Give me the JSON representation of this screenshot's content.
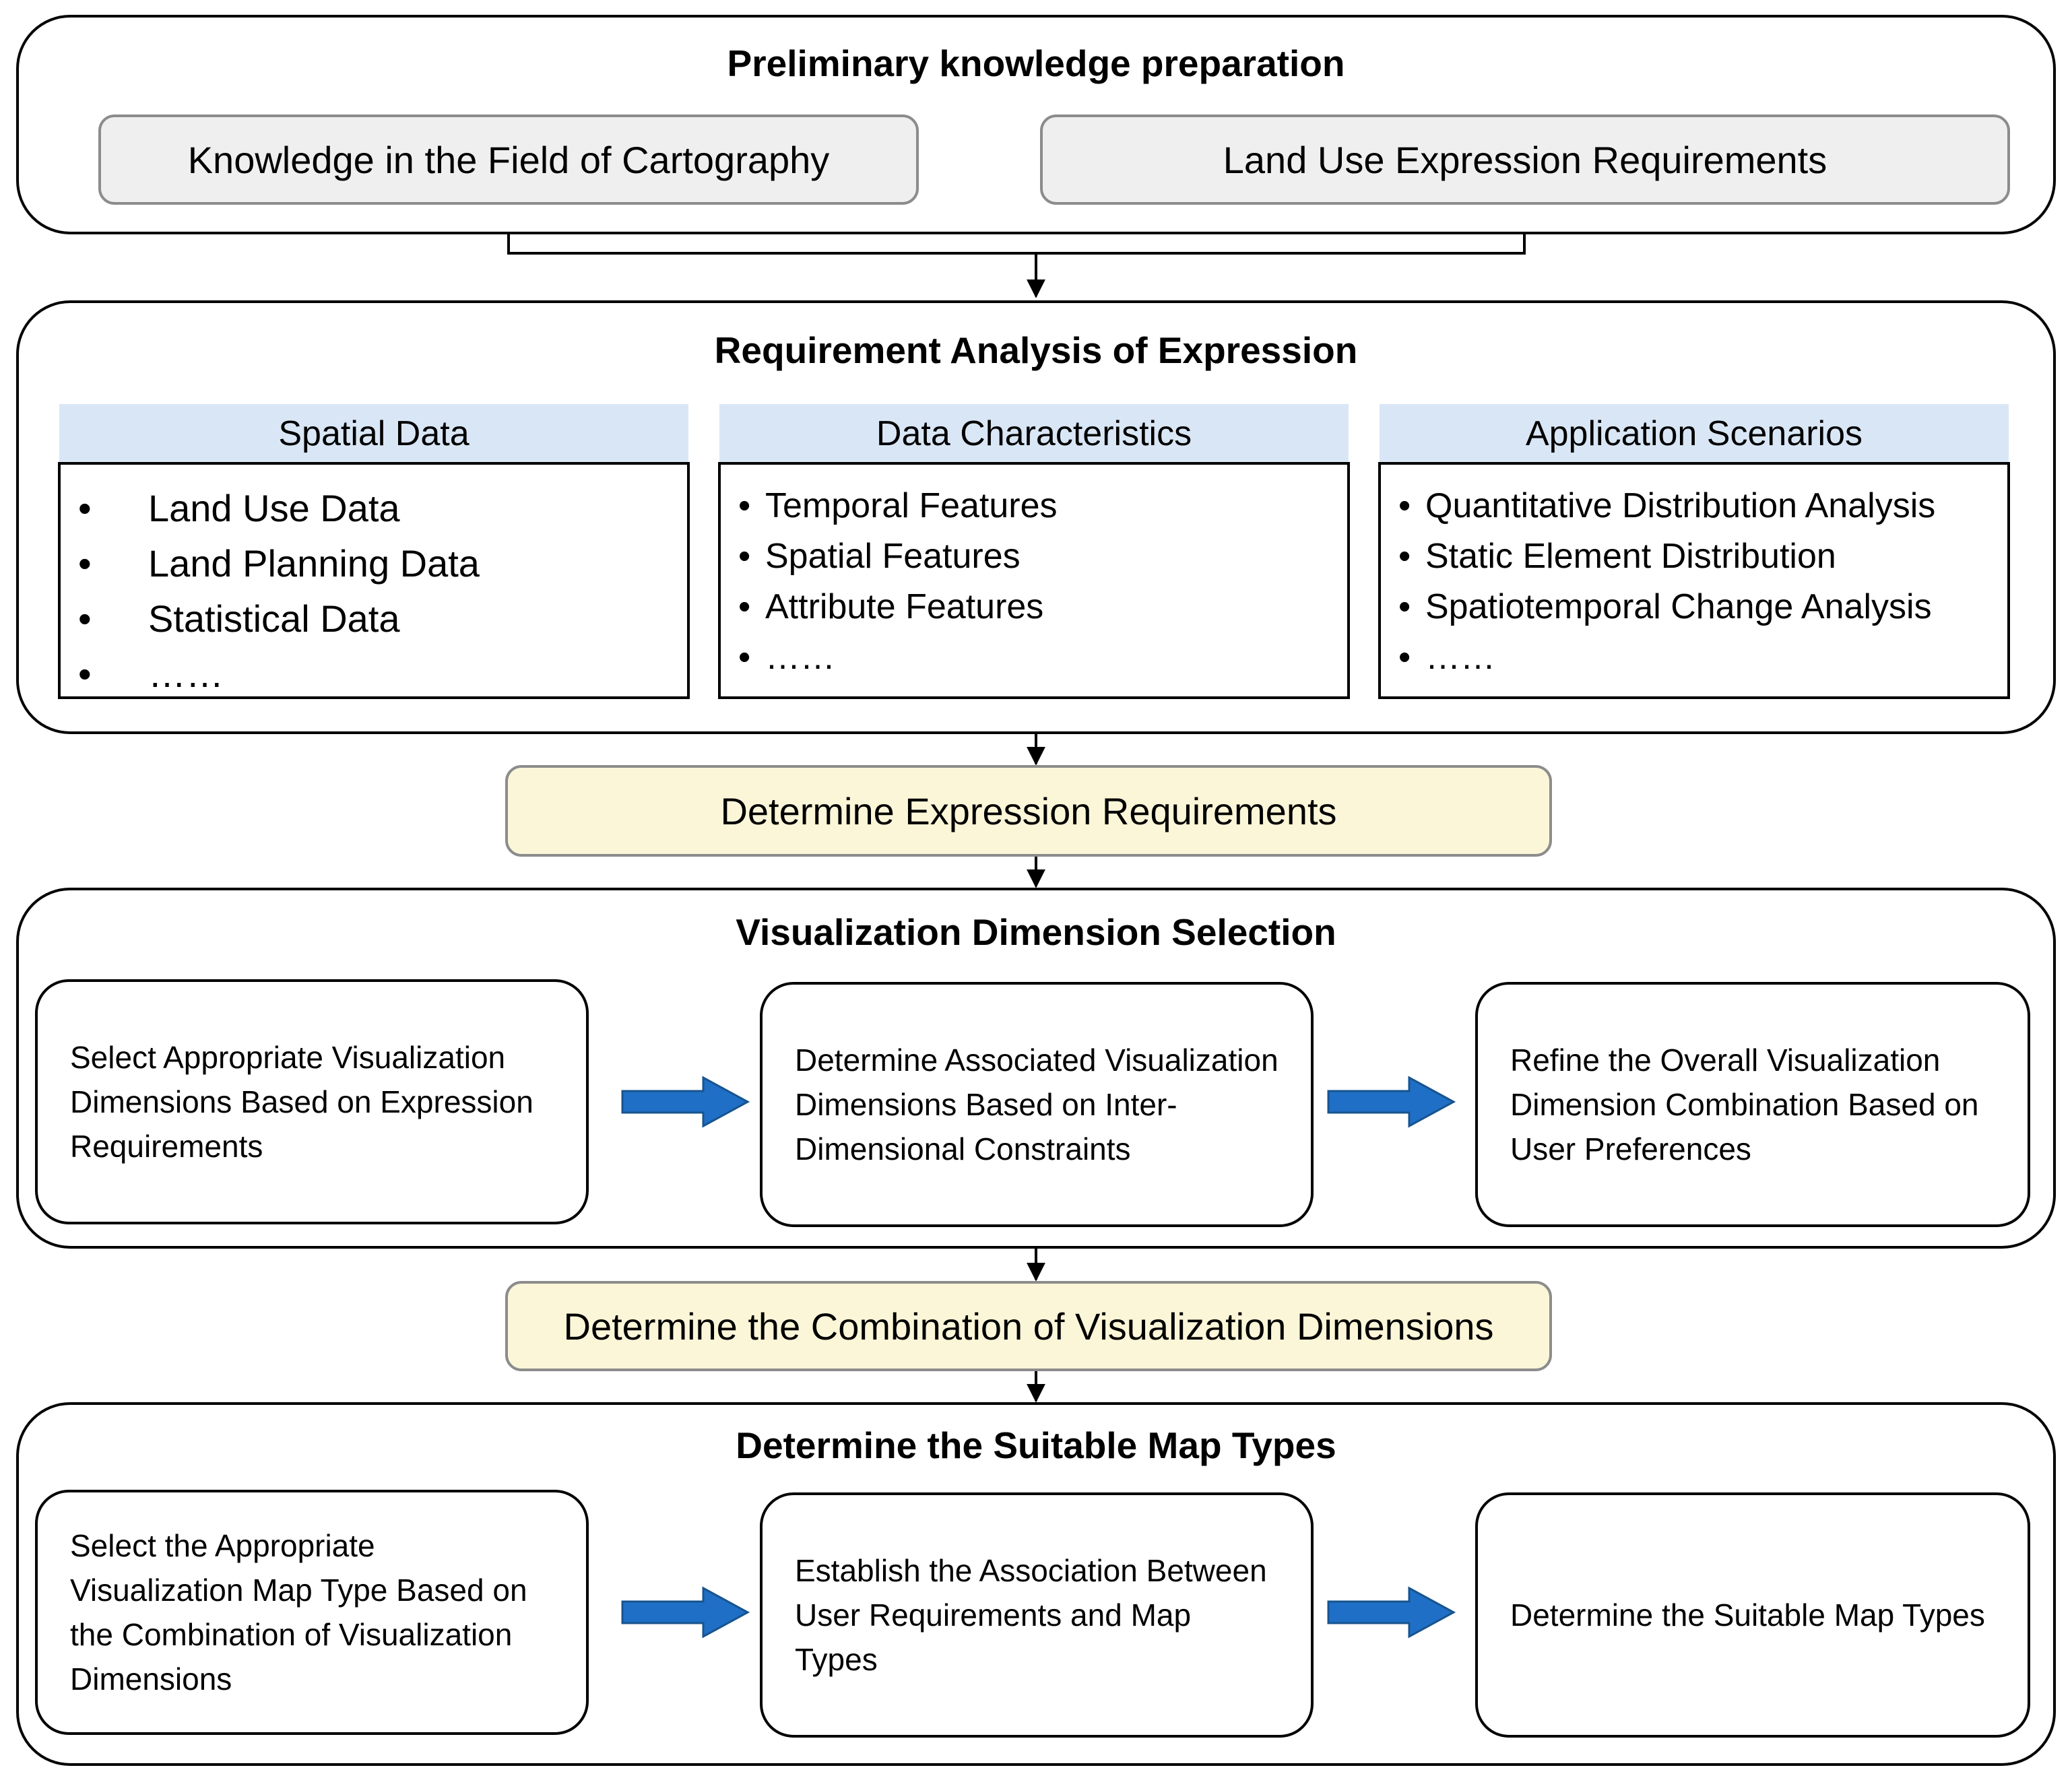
{
  "sections": {
    "preliminary": {
      "title": "Preliminary knowledge preparation",
      "boxes": [
        "Knowledge in the Field of Cartography",
        "Land Use Expression Requirements"
      ]
    },
    "requirement": {
      "title": "Requirement Analysis of Expression",
      "columns": [
        {
          "header": "Spatial Data",
          "items": [
            "Land Use Data",
            "Land Planning Data",
            "Statistical Data",
            "……"
          ]
        },
        {
          "header": "Data Characteristics",
          "items": [
            "Temporal Features",
            "Spatial Features",
            "Attribute Features",
            "……"
          ]
        },
        {
          "header": "Application Scenarios",
          "items": [
            "Quantitative Distribution Analysis",
            "Static Element Distribution",
            "Spatiotemporal Change Analysis",
            "……"
          ]
        }
      ]
    },
    "determine_expression": "Determine Expression Requirements",
    "visualization": {
      "title": "Visualization Dimension Selection",
      "steps": [
        "Select Appropriate Visualization Dimensions Based on Expression Requirements",
        "Determine Associated Visualization Dimensions Based on Inter-Dimensional Constraints",
        "Refine the Overall Visualization Dimension Combination Based on User Preferences"
      ]
    },
    "determine_combination": "Determine the Combination of Visualization Dimensions",
    "map_types": {
      "title": "Determine the Suitable Map Types",
      "steps": [
        "Select the Appropriate Visualization Map Type Based on the Combination of Visualization Dimensions",
        "Establish the Association Between User Requirements and Map Types",
        "Determine the Suitable Map Types"
      ]
    }
  },
  "colors": {
    "header_fill": "#d9e6f5",
    "highlight_fill": "#fbf6d8",
    "pill_fill": "#efefef",
    "arrow_blue": "#1f6fc6"
  }
}
